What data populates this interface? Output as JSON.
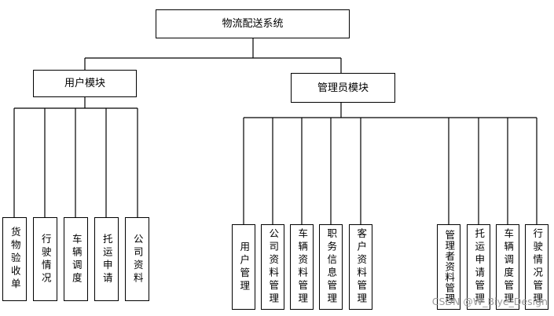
{
  "root": {
    "label": "物流配送系统"
  },
  "user_module": {
    "label": "用户模块",
    "children": [
      "货物验收单",
      "行驶情况",
      "车辆调度",
      "托运申请",
      "公司资料"
    ]
  },
  "admin_module": {
    "label": "管理员模块",
    "children": [
      "用户管理",
      "公司资料管理",
      "车辆资料管理",
      "职务信息管理",
      "客户资料管理",
      "管理者资料管理",
      "托运申请管理",
      "车辆调度管理",
      "行驶情况管理"
    ]
  },
  "watermark": "CSDN @W_Biye_Design"
}
